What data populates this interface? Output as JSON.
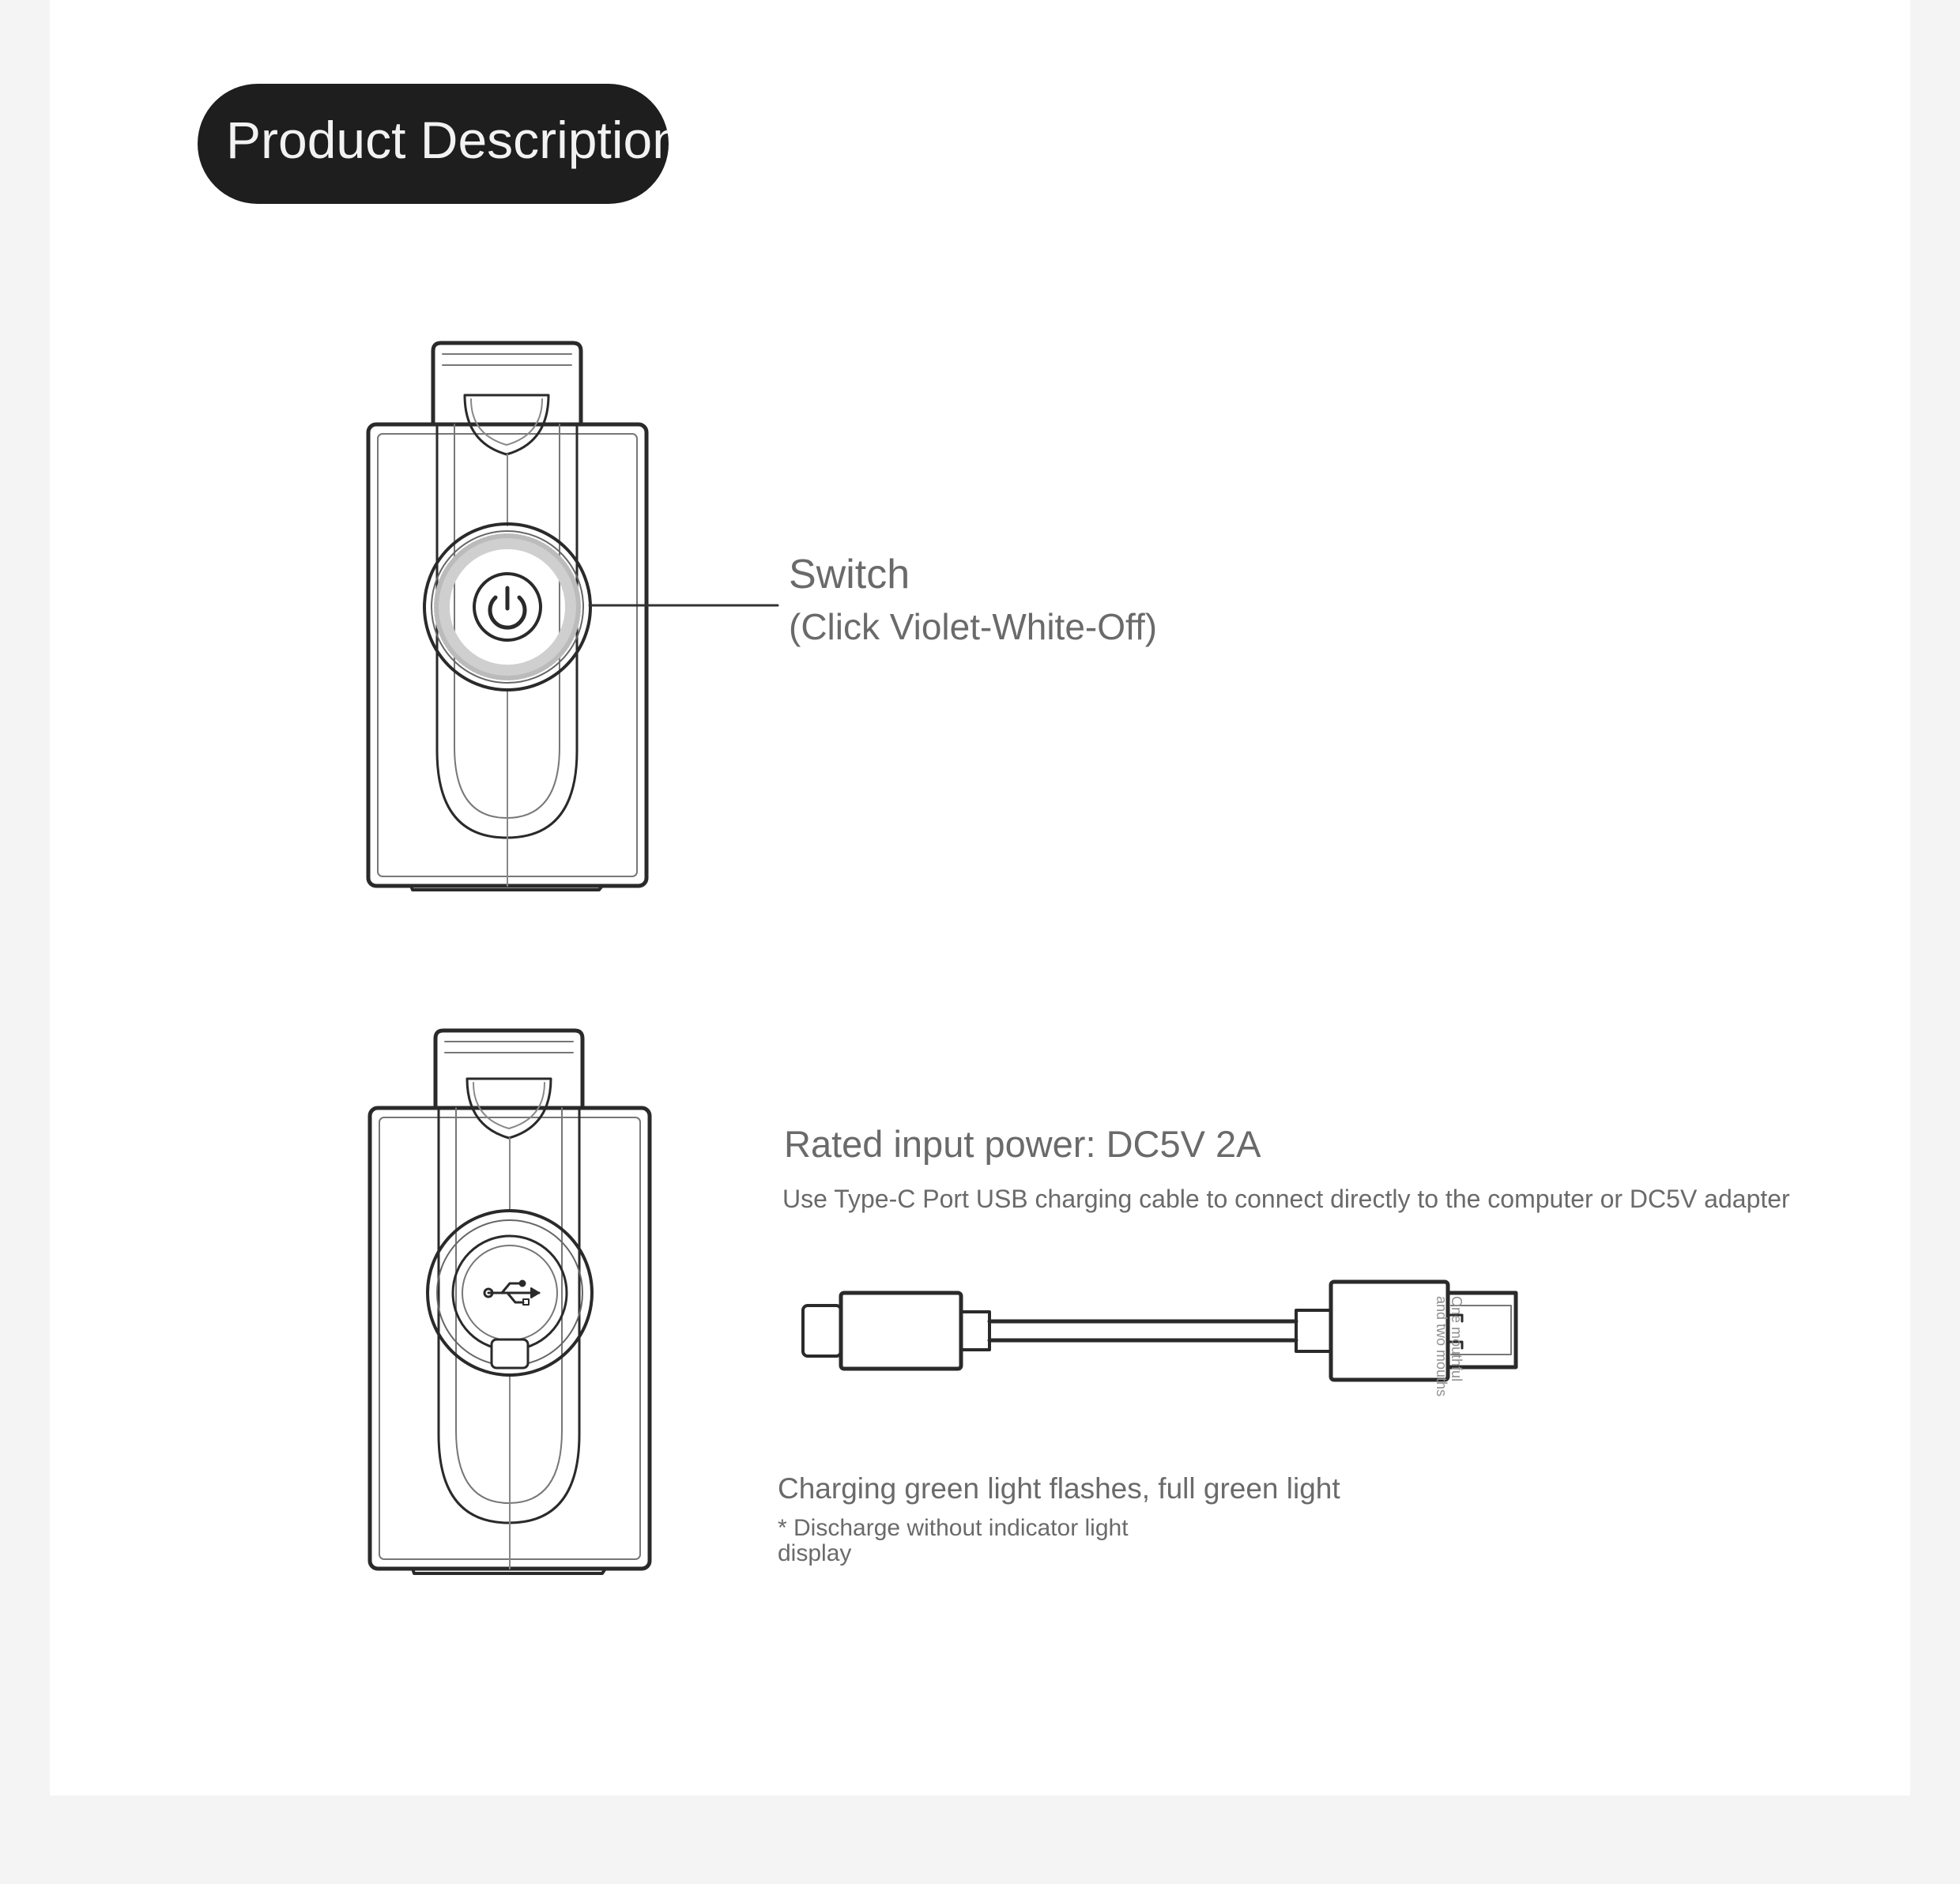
{
  "header": {
    "title": "Product Description"
  },
  "switch": {
    "title": "Switch",
    "subtitle": "(Click Violet-White-Off)"
  },
  "charging": {
    "rated": "Rated input power: DC5V 2A",
    "instruction": "Use Type-C Port USB charging cable to connect directly to the computer or DC5V adapter",
    "status": "Charging green light flashes, full green light",
    "note": "* Discharge without indicator light display"
  },
  "cable": {
    "label_line1": "One mouthful",
    "label_line2": "and two mouths"
  },
  "icons": {
    "power": "power-icon",
    "usb": "usb-icon"
  }
}
